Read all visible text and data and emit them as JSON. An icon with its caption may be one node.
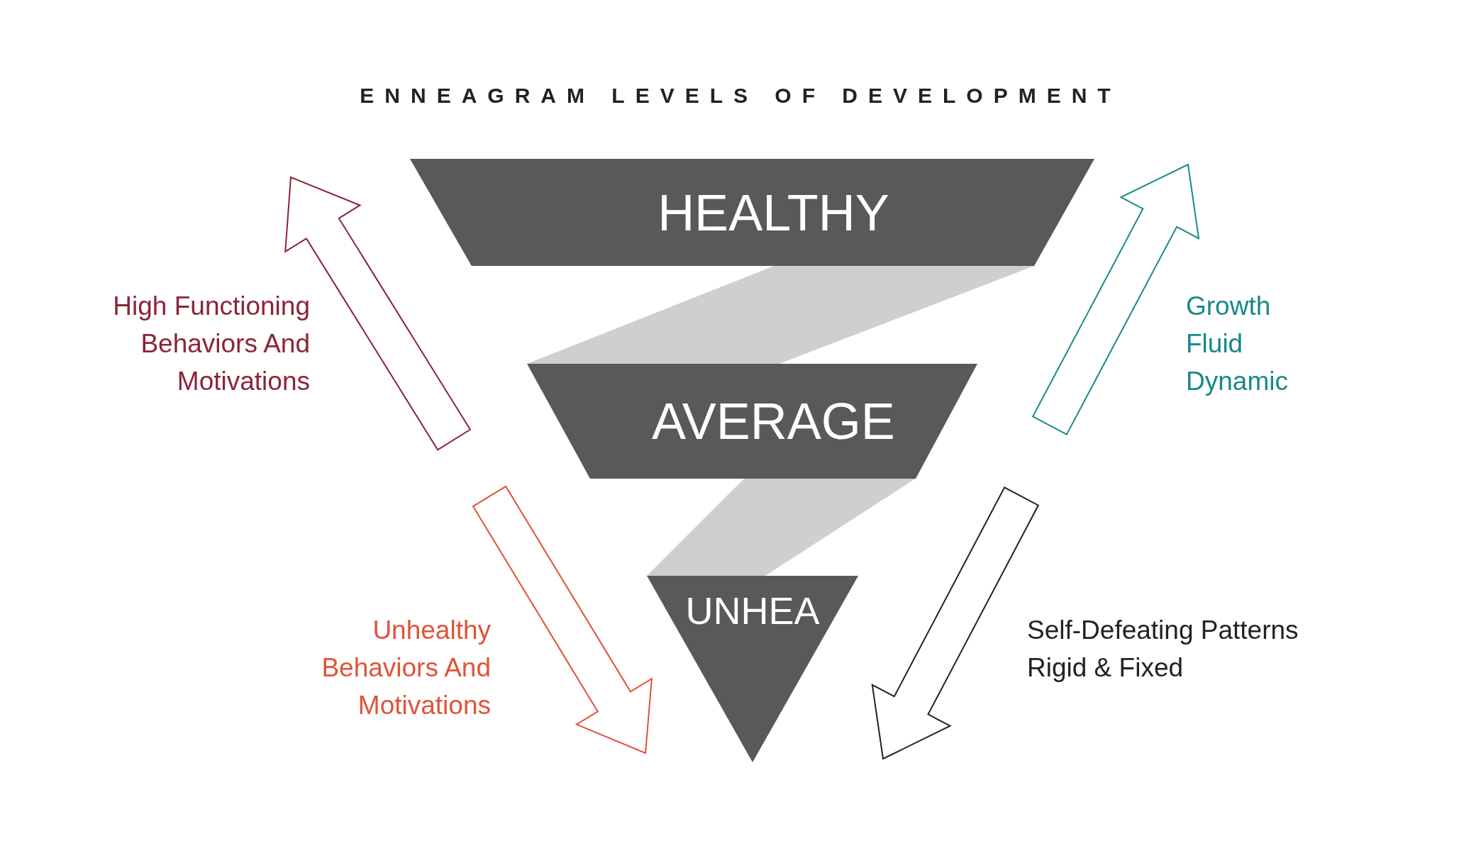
{
  "diagram": {
    "title": "ENNEAGRAM LEVELS OF DEVELOPMENT",
    "nodes": [
      {
        "text": [
          "HEALTHY"
        ]
      },
      {
        "text": [
          "AVERAGE"
        ]
      },
      {
        "text": [
          "UNHEA"
        ]
      }
    ],
    "edges": [
      {
        "from": 0,
        "to": 1,
        "arrow": "none",
        "style": "thick"
      },
      {
        "from": 1,
        "to": 2,
        "arrow": "none",
        "style": "thick"
      }
    ],
    "labels": [
      "High Functioning Behaviors And Motivations",
      "Growth",
      "Fluid",
      "Dynamic",
      "Unhealthy Behaviors And Motivations",
      "Self-Defeating Patterns",
      "Rigid & Fixed"
    ]
  }
}
